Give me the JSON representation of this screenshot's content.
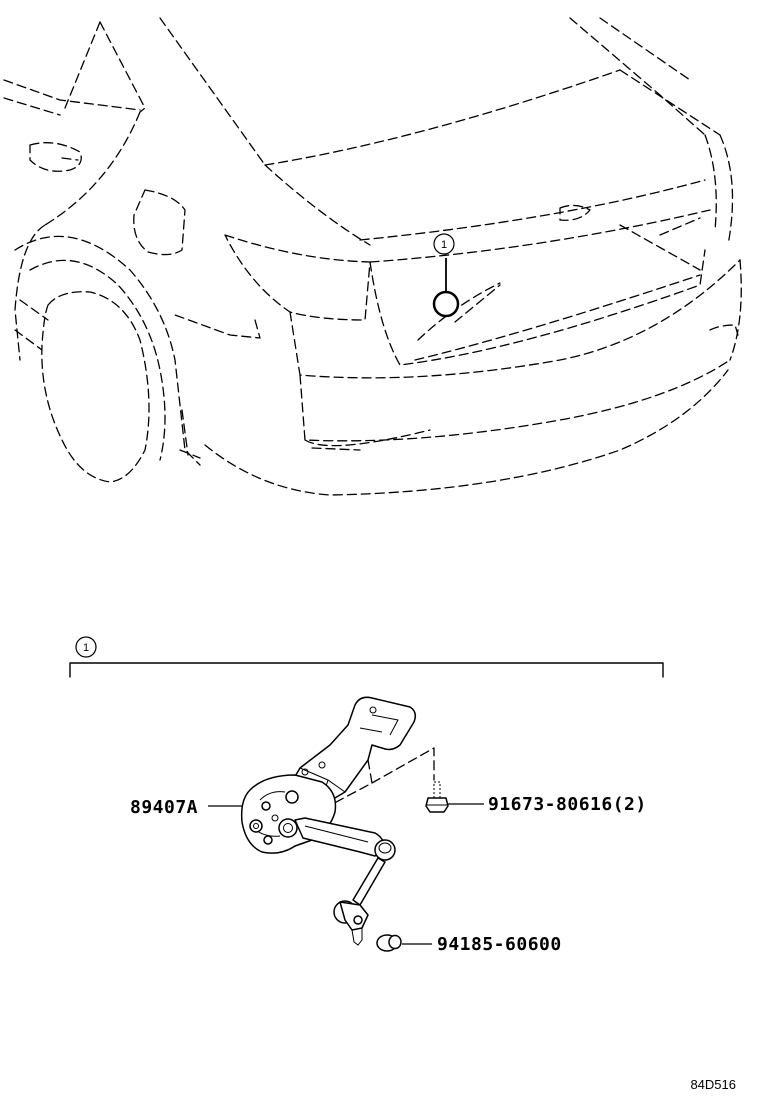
{
  "diagram": {
    "callout_top": "1",
    "callout_group": "1",
    "parts": [
      {
        "label": "89407A"
      },
      {
        "label": "91673-80616(2)"
      },
      {
        "label": "94185-60600"
      }
    ],
    "drawing_code": "84D516"
  }
}
